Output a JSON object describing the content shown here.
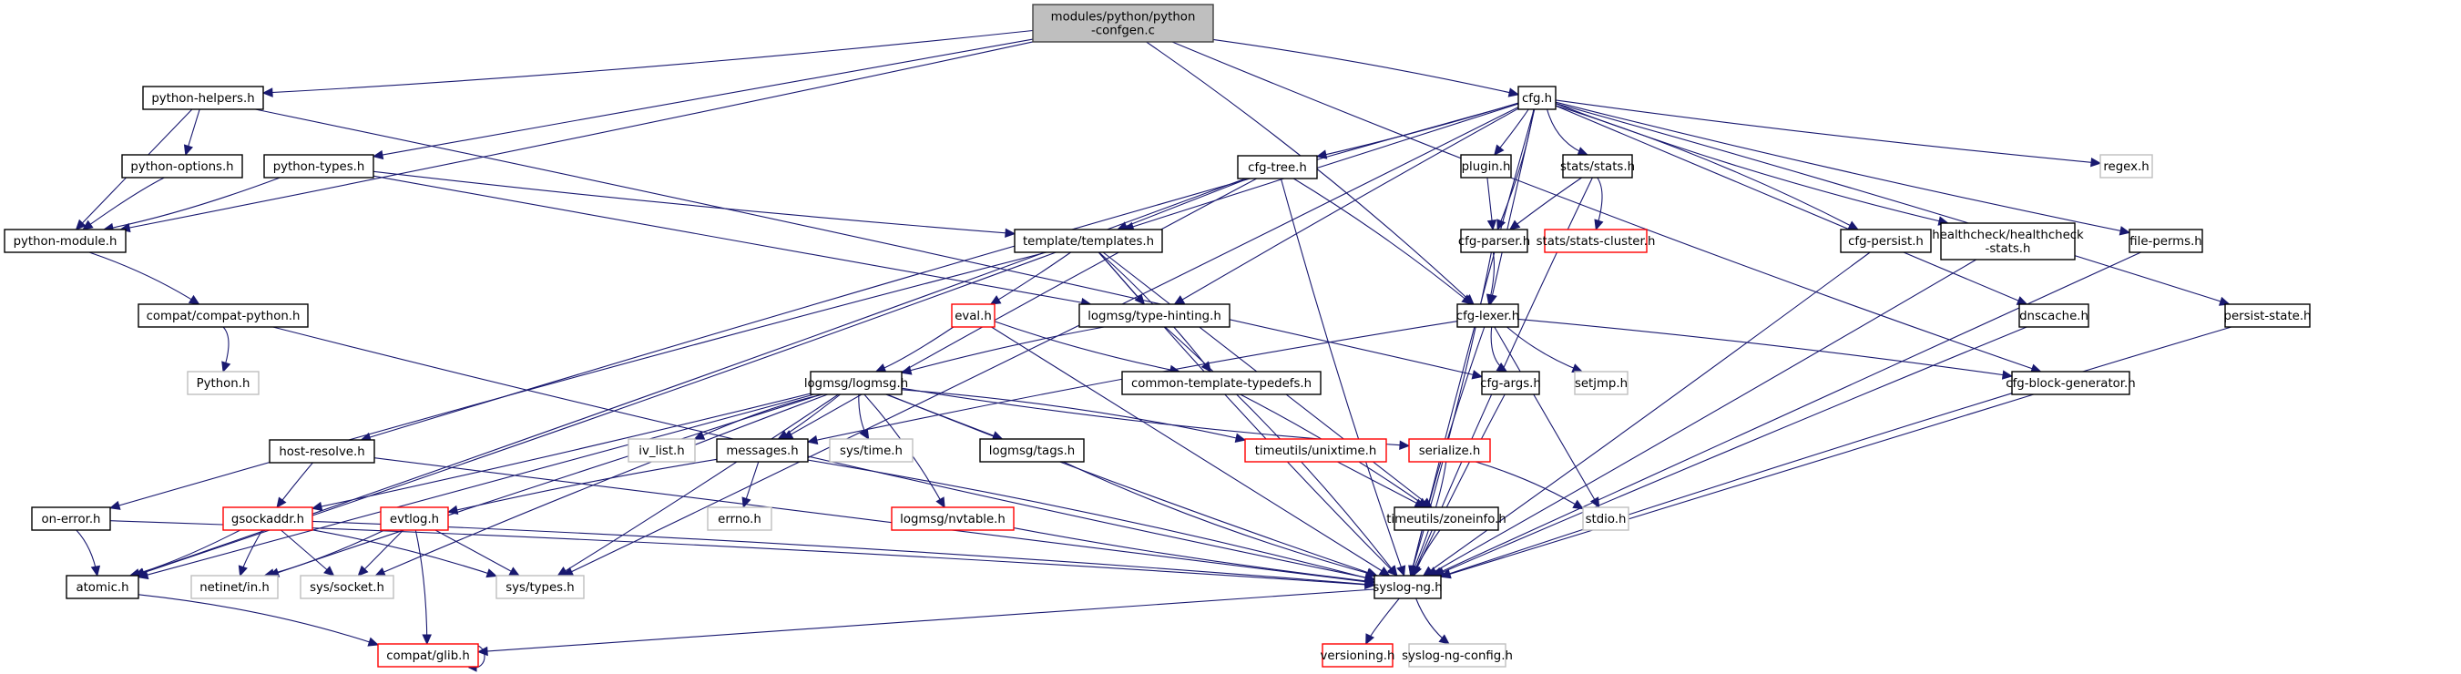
{
  "diagram": {
    "type": "include-dependency-graph",
    "colors": {
      "edge": "#191970",
      "root_fill": "#bfbfbf",
      "root_border": "#404040",
      "normal_fill": "#ffffff",
      "normal_border": "#000000",
      "external_border": "#bfbfbf",
      "truncated_border": "#ff0000"
    },
    "nodes": [
      {
        "id": "root",
        "label": [
          "modules/python/python",
          "-confgen.c"
        ],
        "kind": "root"
      },
      {
        "id": "cfg",
        "label": [
          "cfg.h"
        ],
        "kind": "normal"
      },
      {
        "id": "python_helpers",
        "label": [
          "python-helpers.h"
        ],
        "kind": "normal"
      },
      {
        "id": "python_options",
        "label": [
          "python-options.h"
        ],
        "kind": "normal"
      },
      {
        "id": "python_types",
        "label": [
          "python-types.h"
        ],
        "kind": "normal"
      },
      {
        "id": "python_module",
        "label": [
          "python-module.h"
        ],
        "kind": "normal"
      },
      {
        "id": "compat_python",
        "label": [
          "compat/compat-python.h"
        ],
        "kind": "normal"
      },
      {
        "id": "python_h",
        "label": [
          "Python.h"
        ],
        "kind": "external"
      },
      {
        "id": "cfg_tree",
        "label": [
          "cfg-tree.h"
        ],
        "kind": "normal"
      },
      {
        "id": "plugin",
        "label": [
          "plugin.h"
        ],
        "kind": "normal"
      },
      {
        "id": "stats",
        "label": [
          "stats/stats.h"
        ],
        "kind": "normal"
      },
      {
        "id": "regex",
        "label": [
          "regex.h"
        ],
        "kind": "external"
      },
      {
        "id": "templates",
        "label": [
          "template/templates.h"
        ],
        "kind": "normal"
      },
      {
        "id": "cfg_parser",
        "label": [
          "cfg-parser.h"
        ],
        "kind": "normal"
      },
      {
        "id": "stats_cluster",
        "label": [
          "stats/stats-cluster.h"
        ],
        "kind": "truncated"
      },
      {
        "id": "cfg_persist",
        "label": [
          "cfg-persist.h"
        ],
        "kind": "normal"
      },
      {
        "id": "healthcheck",
        "label": [
          "healthcheck/healthcheck",
          "-stats.h"
        ],
        "kind": "normal"
      },
      {
        "id": "file_perms",
        "label": [
          "file-perms.h"
        ],
        "kind": "normal"
      },
      {
        "id": "eval",
        "label": [
          "eval.h"
        ],
        "kind": "truncated"
      },
      {
        "id": "type_hinting",
        "label": [
          "logmsg/type-hinting.h"
        ],
        "kind": "normal"
      },
      {
        "id": "cfg_lexer",
        "label": [
          "cfg-lexer.h"
        ],
        "kind": "normal"
      },
      {
        "id": "dnscache",
        "label": [
          "dnscache.h"
        ],
        "kind": "normal"
      },
      {
        "id": "persist_state",
        "label": [
          "persist-state.h"
        ],
        "kind": "normal"
      },
      {
        "id": "logmsg",
        "label": [
          "logmsg/logmsg.h"
        ],
        "kind": "normal"
      },
      {
        "id": "common_tt",
        "label": [
          "common-template-typedefs.h"
        ],
        "kind": "normal"
      },
      {
        "id": "cfg_args",
        "label": [
          "cfg-args.h"
        ],
        "kind": "normal"
      },
      {
        "id": "setjmp",
        "label": [
          "setjmp.h"
        ],
        "kind": "external"
      },
      {
        "id": "cfg_block_gen",
        "label": [
          "cfg-block-generator.h"
        ],
        "kind": "normal"
      },
      {
        "id": "iv_list",
        "label": [
          "iv_list.h"
        ],
        "kind": "external"
      },
      {
        "id": "messages",
        "label": [
          "messages.h"
        ],
        "kind": "normal"
      },
      {
        "id": "sys_time",
        "label": [
          "sys/time.h"
        ],
        "kind": "external"
      },
      {
        "id": "tags",
        "label": [
          "logmsg/tags.h"
        ],
        "kind": "normal"
      },
      {
        "id": "unixtime",
        "label": [
          "timeutils/unixtime.h"
        ],
        "kind": "truncated"
      },
      {
        "id": "serialize",
        "label": [
          "serialize.h"
        ],
        "kind": "truncated"
      },
      {
        "id": "host_resolve",
        "label": [
          "host-resolve.h"
        ],
        "kind": "normal"
      },
      {
        "id": "on_error",
        "label": [
          "on-error.h"
        ],
        "kind": "normal"
      },
      {
        "id": "gsockaddr",
        "label": [
          "gsockaddr.h"
        ],
        "kind": "truncated"
      },
      {
        "id": "evtlog",
        "label": [
          "evtlog.h"
        ],
        "kind": "truncated"
      },
      {
        "id": "errno",
        "label": [
          "errno.h"
        ],
        "kind": "external"
      },
      {
        "id": "nvtable",
        "label": [
          "logmsg/nvtable.h"
        ],
        "kind": "truncated"
      },
      {
        "id": "zoneinfo",
        "label": [
          "timeutils/zoneinfo.h"
        ],
        "kind": "normal"
      },
      {
        "id": "stdio",
        "label": [
          "stdio.h"
        ],
        "kind": "external"
      },
      {
        "id": "atomic",
        "label": [
          "atomic.h"
        ],
        "kind": "normal"
      },
      {
        "id": "netinet_in",
        "label": [
          "netinet/in.h"
        ],
        "kind": "external"
      },
      {
        "id": "sys_socket",
        "label": [
          "sys/socket.h"
        ],
        "kind": "external"
      },
      {
        "id": "sys_types",
        "label": [
          "sys/types.h"
        ],
        "kind": "external"
      },
      {
        "id": "syslog_ng",
        "label": [
          "syslog-ng.h"
        ],
        "kind": "normal"
      },
      {
        "id": "compat_glib",
        "label": [
          "compat/glib.h"
        ],
        "kind": "truncated"
      },
      {
        "id": "versioning",
        "label": [
          "versioning.h"
        ],
        "kind": "truncated"
      },
      {
        "id": "syslog_ng_config",
        "label": [
          "syslog-ng-config.h"
        ],
        "kind": "external"
      }
    ],
    "edges": [
      [
        "root",
        "python_helpers"
      ],
      [
        "root",
        "python_module"
      ],
      [
        "root",
        "python_types"
      ],
      [
        "root",
        "cfg"
      ],
      [
        "root",
        "cfg_lexer"
      ],
      [
        "root",
        "cfg_block_gen"
      ],
      [
        "python_helpers",
        "python_module"
      ],
      [
        "python_helpers",
        "python_options"
      ],
      [
        "python_helpers",
        "cfg_args"
      ],
      [
        "python_options",
        "python_module"
      ],
      [
        "python_types",
        "python_module"
      ],
      [
        "python_types",
        "templates"
      ],
      [
        "python_types",
        "type_hinting"
      ],
      [
        "python_module",
        "compat_python"
      ],
      [
        "compat_python",
        "python_h"
      ],
      [
        "compat_python",
        "syslog_ng"
      ],
      [
        "cfg",
        "cfg_tree"
      ],
      [
        "cfg",
        "templates"
      ],
      [
        "cfg",
        "plugin"
      ],
      [
        "cfg",
        "cfg_parser"
      ],
      [
        "cfg",
        "stats"
      ],
      [
        "cfg",
        "regex"
      ],
      [
        "cfg",
        "cfg_lexer"
      ],
      [
        "cfg",
        "type_hinting"
      ],
      [
        "cfg",
        "cfg_persist"
      ],
      [
        "cfg",
        "healthcheck"
      ],
      [
        "cfg",
        "file_perms"
      ],
      [
        "cfg",
        "dnscache"
      ],
      [
        "cfg",
        "persist_state"
      ],
      [
        "cfg",
        "host_resolve"
      ],
      [
        "cfg",
        "sys_types"
      ],
      [
        "cfg",
        "syslog_ng"
      ],
      [
        "cfg_tree",
        "templates"
      ],
      [
        "cfg_tree",
        "cfg_lexer"
      ],
      [
        "cfg_tree",
        "messages"
      ],
      [
        "cfg_tree",
        "atomic"
      ],
      [
        "cfg_tree",
        "syslog_ng"
      ],
      [
        "plugin",
        "cfg_parser"
      ],
      [
        "stats",
        "cfg_parser"
      ],
      [
        "stats",
        "stats_cluster"
      ],
      [
        "stats",
        "syslog_ng"
      ],
      [
        "templates",
        "eval"
      ],
      [
        "templates",
        "type_hinting"
      ],
      [
        "templates",
        "common_tt"
      ],
      [
        "templates",
        "on_error"
      ],
      [
        "templates",
        "atomic"
      ],
      [
        "templates",
        "syslog_ng"
      ],
      [
        "templates",
        "zoneinfo"
      ],
      [
        "cfg_parser",
        "cfg_lexer"
      ],
      [
        "cfg_parser",
        "syslog_ng"
      ],
      [
        "cfg_persist",
        "syslog_ng"
      ],
      [
        "healthcheck",
        "syslog_ng"
      ],
      [
        "file_perms",
        "syslog_ng"
      ],
      [
        "dnscache",
        "syslog_ng"
      ],
      [
        "persist_state",
        "syslog_ng"
      ],
      [
        "eval",
        "logmsg"
      ],
      [
        "eval",
        "common_tt"
      ],
      [
        "eval",
        "syslog_ng"
      ],
      [
        "type_hinting",
        "logmsg"
      ],
      [
        "type_hinting",
        "syslog_ng"
      ],
      [
        "cfg_lexer",
        "cfg_args"
      ],
      [
        "cfg_lexer",
        "setjmp"
      ],
      [
        "cfg_lexer",
        "stdio"
      ],
      [
        "cfg_lexer",
        "cfg_block_gen"
      ],
      [
        "cfg_lexer",
        "messages"
      ],
      [
        "cfg_lexer",
        "syslog_ng"
      ],
      [
        "cfg_args",
        "syslog_ng"
      ],
      [
        "cfg_block_gen",
        "syslog_ng"
      ],
      [
        "common_tt",
        "zoneinfo"
      ],
      [
        "logmsg",
        "iv_list"
      ],
      [
        "logmsg",
        "messages"
      ],
      [
        "logmsg",
        "sys_time"
      ],
      [
        "logmsg",
        "tags"
      ],
      [
        "logmsg",
        "nvtable"
      ],
      [
        "logmsg",
        "unixtime"
      ],
      [
        "logmsg",
        "serialize"
      ],
      [
        "logmsg",
        "gsockaddr"
      ],
      [
        "logmsg",
        "atomic"
      ],
      [
        "logmsg",
        "netinet_in"
      ],
      [
        "logmsg",
        "sys_socket"
      ],
      [
        "logmsg",
        "sys_types"
      ],
      [
        "logmsg",
        "syslog_ng"
      ],
      [
        "messages",
        "errno"
      ],
      [
        "messages",
        "evtlog"
      ],
      [
        "messages",
        "syslog_ng"
      ],
      [
        "tags",
        "syslog_ng"
      ],
      [
        "nvtable",
        "syslog_ng"
      ],
      [
        "unixtime",
        "zoneinfo"
      ],
      [
        "serialize",
        "stdio"
      ],
      [
        "serialize",
        "syslog_ng"
      ],
      [
        "zoneinfo",
        "syslog_ng"
      ],
      [
        "host_resolve",
        "gsockaddr"
      ],
      [
        "host_resolve",
        "syslog_ng"
      ],
      [
        "on_error",
        "atomic"
      ],
      [
        "on_error",
        "syslog_ng"
      ],
      [
        "gsockaddr",
        "atomic"
      ],
      [
        "gsockaddr",
        "netinet_in"
      ],
      [
        "gsockaddr",
        "sys_socket"
      ],
      [
        "gsockaddr",
        "sys_types"
      ],
      [
        "gsockaddr",
        "syslog_ng"
      ],
      [
        "evtlog",
        "netinet_in"
      ],
      [
        "evtlog",
        "sys_socket"
      ],
      [
        "evtlog",
        "sys_types"
      ],
      [
        "evtlog",
        "compat_glib"
      ],
      [
        "atomic",
        "compat_glib"
      ],
      [
        "syslog_ng",
        "versioning"
      ],
      [
        "syslog_ng",
        "syslog_ng_config"
      ],
      [
        "syslog_ng",
        "compat_glib"
      ],
      [
        "compat_glib",
        "compat_glib"
      ]
    ]
  }
}
